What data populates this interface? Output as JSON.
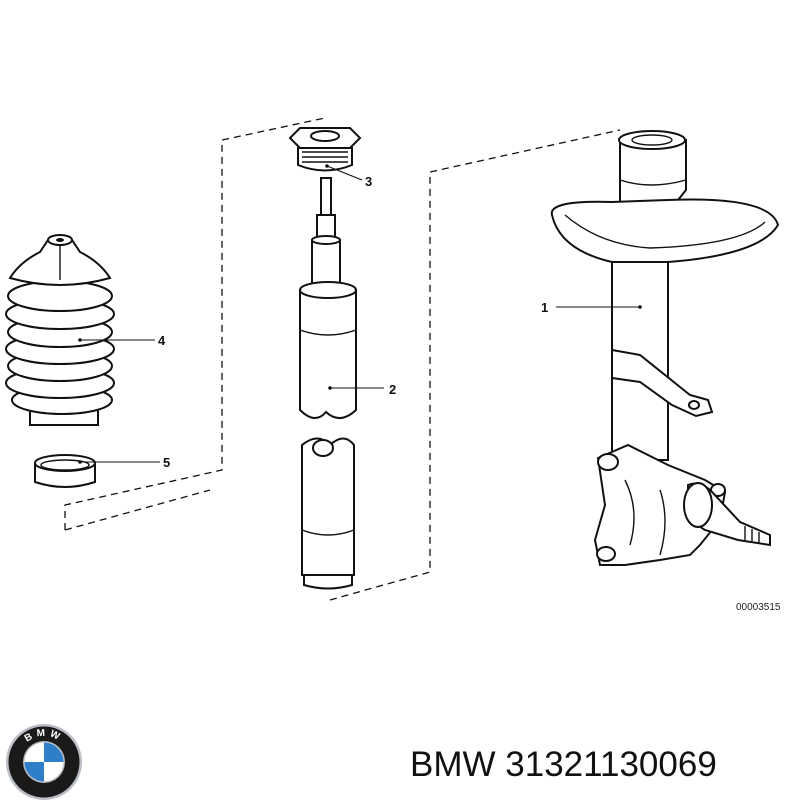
{
  "diagram": {
    "callouts": [
      {
        "label": "1"
      },
      {
        "label": "2"
      },
      {
        "label": "3"
      },
      {
        "label": "4"
      },
      {
        "label": "5"
      }
    ],
    "drawing_number": "00003515"
  },
  "caption": {
    "brand": "BMW",
    "part_number": "31321130069",
    "text": "BMW 31321130069"
  },
  "logo": {
    "lettering": "BMW",
    "colors": {
      "ring": "#1a1a1a",
      "blue": "#2f7fc8",
      "white": "#ffffff",
      "chrome": "#b9bec4"
    }
  }
}
